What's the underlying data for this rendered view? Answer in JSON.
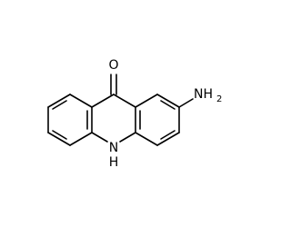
{
  "molecule": {
    "atoms": {
      "oxygen": "O",
      "amine_main": "NH",
      "amine_sub": "2",
      "ring_nitrogen_n": "N",
      "ring_nitrogen_h": "H"
    },
    "colors": {
      "bond": "#000000",
      "label": "#000000",
      "background": "#ffffff"
    }
  }
}
